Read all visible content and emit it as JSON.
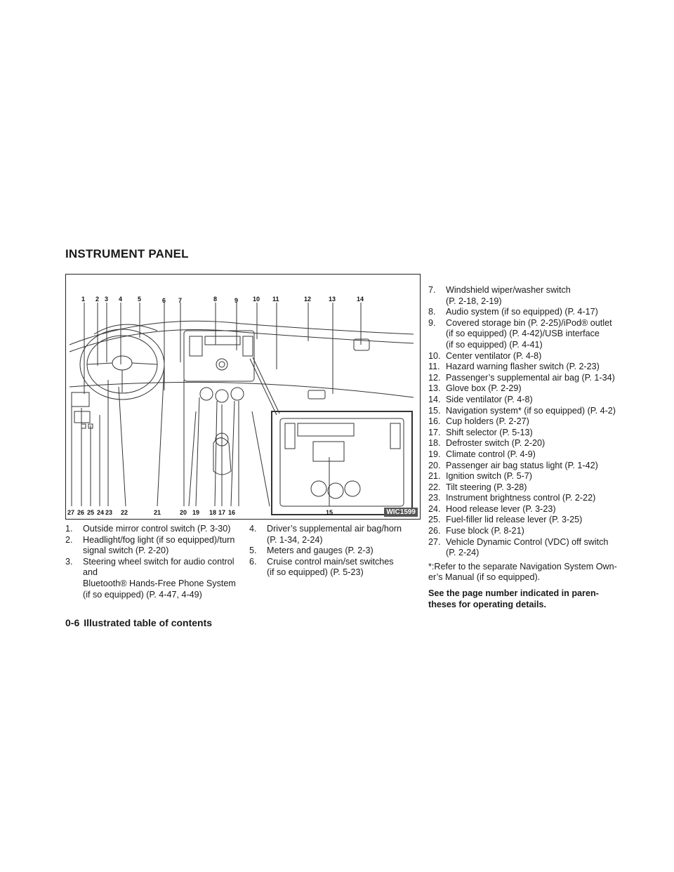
{
  "section_title": "INSTRUMENT PANEL",
  "figure": {
    "code": "WIC1599",
    "top_labels": [
      "1",
      "2",
      "3",
      "4",
      "5",
      "6",
      "7",
      "8",
      "9",
      "10",
      "11",
      "12",
      "13",
      "14"
    ],
    "bottom_labels": [
      "27",
      "26",
      "25",
      "24",
      "23",
      "22",
      "21",
      "20",
      "19",
      "18",
      "17",
      "16",
      "15"
    ]
  },
  "items_col1": [
    {
      "num": "1.",
      "lines": [
        "Outside mirror control switch (P. 3-30)"
      ]
    },
    {
      "num": "2.",
      "lines": [
        "Headlight/fog light (if so equipped)/turn",
        "signal switch (P. 2-20)"
      ]
    },
    {
      "num": "3.",
      "lines": [
        "Steering wheel switch for audio control and",
        "Bluetooth® Hands-Free Phone System",
        "(if so equipped) (P. 4-47, 4-49)"
      ]
    }
  ],
  "items_col2": [
    {
      "num": "4.",
      "lines": [
        "Driver’s supplemental air bag/horn",
        "(P. 1-34, 2-24)"
      ]
    },
    {
      "num": "5.",
      "lines": [
        "Meters and gauges (P. 2-3)"
      ]
    },
    {
      "num": "6.",
      "lines": [
        "Cruise control main/set switches",
        "(if so equipped) (P. 5-23)"
      ]
    }
  ],
  "items_col3": [
    {
      "num": "7.",
      "lines": [
        "Windshield wiper/washer switch",
        "(P. 2-18, 2-19)"
      ]
    },
    {
      "num": "8.",
      "lines": [
        "Audio system (if so equipped) (P. 4-17)"
      ]
    },
    {
      "num": "9.",
      "lines": [
        "Covered storage bin (P. 2-25)/iPod® outlet",
        "(if so equipped) (P. 4-42)/USB interface",
        "(if so equipped) (P. 4-41)"
      ]
    },
    {
      "num": "10.",
      "lines": [
        "Center ventilator (P. 4-8)"
      ]
    },
    {
      "num": "11.",
      "lines": [
        "Hazard warning flasher switch (P. 2-23)"
      ]
    },
    {
      "num": "12.",
      "lines": [
        "Passenger’s supplemental air bag (P. 1-34)"
      ]
    },
    {
      "num": "13.",
      "lines": [
        "Glove box (P. 2-29)"
      ]
    },
    {
      "num": "14.",
      "lines": [
        "Side ventilator (P. 4-8)"
      ]
    },
    {
      "num": "15.",
      "lines": [
        "Navigation system* (if so equipped) (P. 4-2)"
      ]
    },
    {
      "num": "16.",
      "lines": [
        "Cup holders (P. 2-27)"
      ]
    },
    {
      "num": "17.",
      "lines": [
        "Shift selector (P. 5-13)"
      ]
    },
    {
      "num": "18.",
      "lines": [
        "Defroster switch (P. 2-20)"
      ]
    },
    {
      "num": "19.",
      "lines": [
        "Climate control (P. 4-9)"
      ]
    },
    {
      "num": "20.",
      "lines": [
        "Passenger air bag status light (P. 1-42)"
      ]
    },
    {
      "num": "21.",
      "lines": [
        "Ignition switch (P. 5-7)"
      ]
    },
    {
      "num": "22.",
      "lines": [
        "Tilt steering (P. 3-28)"
      ]
    },
    {
      "num": "23.",
      "lines": [
        "Instrument brightness control (P. 2-22)"
      ]
    },
    {
      "num": "24.",
      "lines": [
        "Hood release lever (P. 3-23)"
      ]
    },
    {
      "num": "25.",
      "lines": [
        "Fuel-filler lid release lever (P. 3-25)"
      ]
    },
    {
      "num": "26.",
      "lines": [
        "Fuse block (P. 8-21)"
      ]
    },
    {
      "num": "27.",
      "lines": [
        "Vehicle Dynamic Control (VDC) off switch",
        "(P. 2-24)"
      ]
    }
  ],
  "footnote": "*:Refer to the separate Navigation System Own- er’s Manual (if so equipped).",
  "bold_note": "See the page number indicated in paren- theses for operating details.",
  "footer": {
    "page_number": "0-6",
    "title": "Illustrated table of contents"
  }
}
